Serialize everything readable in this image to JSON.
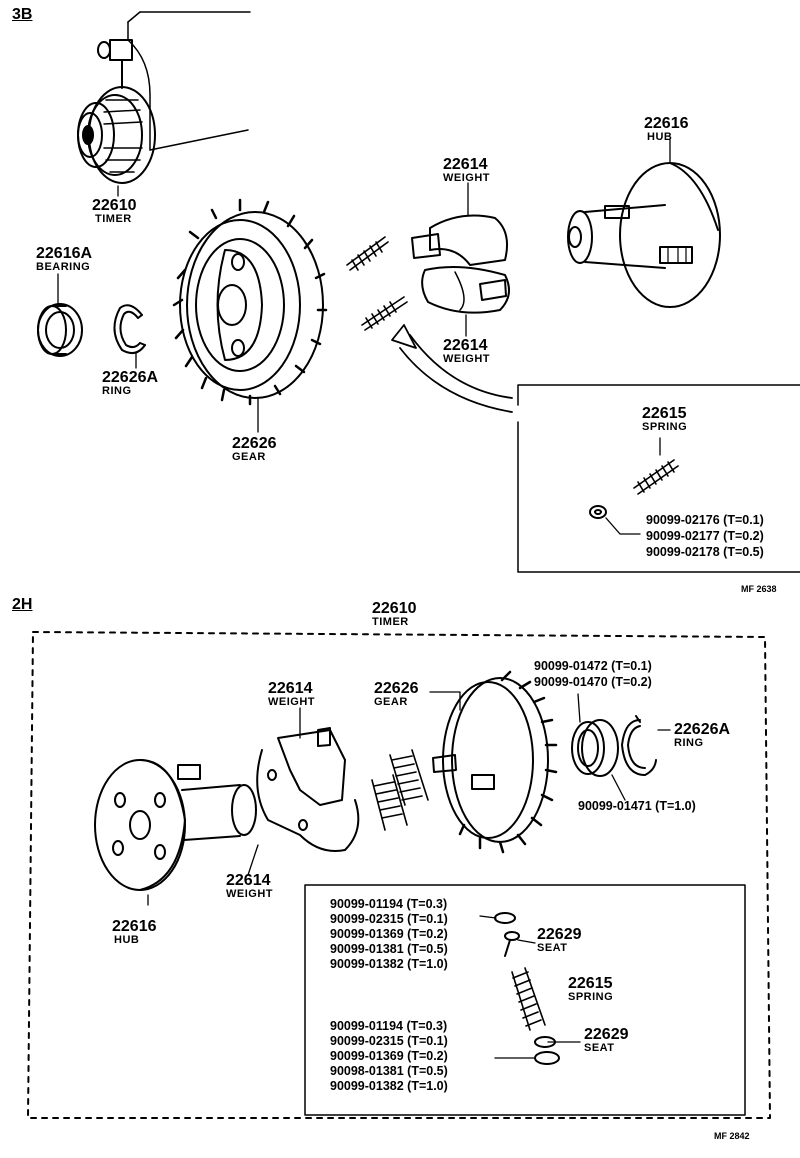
{
  "sections": {
    "top": "3B",
    "bottom": "2H"
  },
  "refs": {
    "top": "MF 2638",
    "bottom": "MF 2842"
  },
  "top": {
    "timer": {
      "num": "22610",
      "name": "TIMER"
    },
    "hub": {
      "num": "22616",
      "name": "HUB"
    },
    "weight_upper": {
      "num": "22614",
      "name": "WEIGHT"
    },
    "weight_lower": {
      "num": "22614",
      "name": "WEIGHT"
    },
    "bearing": {
      "num": "22616A",
      "name": "BEARING"
    },
    "ring": {
      "num": "22626A",
      "name": "RING"
    },
    "gear": {
      "num": "22626",
      "name": "GEAR"
    },
    "spring": {
      "num": "22615",
      "name": "SPRING"
    },
    "shims": [
      "90099-02176 (T=0.1)",
      "90099-02177 (T=0.2)",
      "90099-02178 (T=0.5)"
    ]
  },
  "bottom": {
    "timer": {
      "num": "22610",
      "name": "TIMER"
    },
    "weight_upper": {
      "num": "22614",
      "name": "WEIGHT"
    },
    "weight_lower": {
      "num": "22614",
      "name": "WEIGHT"
    },
    "gear": {
      "num": "22626",
      "name": "GEAR"
    },
    "hub": {
      "num": "22616",
      "name": "HUB"
    },
    "ring": {
      "num": "22626A",
      "name": "RING"
    },
    "washers_top": [
      "90099-01472 (T=0.1)",
      "90099-01470 (T=0.2)"
    ],
    "washer_single": "90099-01471 (T=1.0)",
    "seat_upper": {
      "num": "22629",
      "name": "SEAT"
    },
    "seat_lower": {
      "num": "22629",
      "name": "SEAT"
    },
    "spring": {
      "num": "22615",
      "name": "SPRING"
    },
    "shims_upper": [
      "90099-01194 (T=0.3)",
      "90099-02315 (T=0.1)",
      "90099-01369 (T=0.2)",
      "90099-01381 (T=0.5)",
      "90099-01382 (T=1.0)"
    ],
    "shims_lower": [
      "90099-01194 (T=0.3)",
      "90099-02315 (T=0.1)",
      "90099-01369 (T=0.2)",
      "90098-01381 (T=0.5)",
      "90099-01382 (T=1.0)"
    ]
  }
}
